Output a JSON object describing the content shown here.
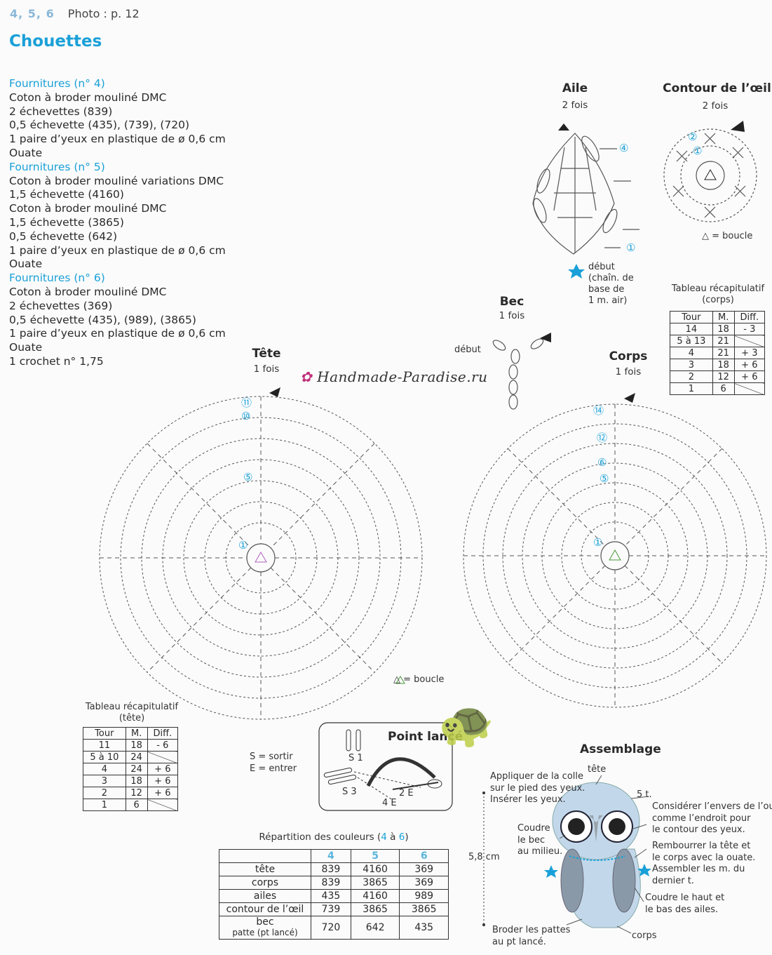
{
  "header": {
    "nums": "4, 5, 6",
    "photo": "Photo : p. 12"
  },
  "title": "Chouettes",
  "supplies": [
    {
      "title": "Fournitures (n° 4)",
      "lines": [
        "Coton à broder mouliné DMC",
        "2 échevettes (839)",
        "0,5 échevette (435), (739), (720)",
        "1 paire d’yeux en plastique de ø 0,6 cm",
        "Ouate"
      ]
    },
    {
      "title": "Fournitures (n° 5)",
      "lines": [
        "Coton à broder mouliné variations DMC",
        "1,5 échevette (4160)",
        "Coton à broder mouliné DMC",
        "1,5 échevette (3865)",
        "0,5 échevette (642)",
        "1 paire d’yeux en plastique de ø 0,6 cm",
        "Ouate"
      ]
    },
    {
      "title": "Fournitures (n° 6)",
      "lines": [
        "Coton à broder mouliné DMC",
        "2 échevettes (369)",
        "0,5 échevette (435), (989), (3865)",
        "1 paire d’yeux en plastique de ø 0,6 cm",
        "Ouate",
        "1 crochet n° 1,75"
      ]
    }
  ],
  "aile": {
    "title": "Aile",
    "sub": "2 fois",
    "start": [
      "début",
      "(chaîn. de",
      "base de",
      "1 m. air)"
    ],
    "r4": "④",
    "r1": "①"
  },
  "oeil": {
    "title": "Contour de l’œil",
    "sub": "2 fois",
    "legend": "△ = boucle",
    "r2": "②",
    "r1": "①"
  },
  "bec": {
    "title": "Bec",
    "sub": "1 fois",
    "start": "début"
  },
  "watermark": "Handmade-Paradise.ru",
  "tete": {
    "title": "Tête",
    "sub": "1 fois",
    "rounds": [
      "⑪",
      "⑩",
      "⑤",
      "①"
    ]
  },
  "corps": {
    "title": "Corps",
    "sub": "1 fois",
    "rounds": [
      "⑭",
      "⑫",
      "⑥",
      "⑤",
      "①"
    ]
  },
  "boucle_legend": "△ = boucle",
  "recap_corps": {
    "title": "Tableau récapitulatif",
    "sub": "(corps)",
    "headers": [
      "Tour",
      "M.",
      "Diff."
    ],
    "rows": [
      [
        "14",
        "18",
        "- 3"
      ],
      [
        "5 à 13",
        "21",
        ""
      ],
      [
        "4",
        "21",
        "+ 3"
      ],
      [
        "3",
        "18",
        "+ 6"
      ],
      [
        "2",
        "12",
        "+ 6"
      ],
      [
        "1",
        "6",
        ""
      ]
    ]
  },
  "recap_tete": {
    "title": "Tableau récapitulatif",
    "sub": "(tête)",
    "headers": [
      "Tour",
      "M.",
      "Diff."
    ],
    "rows": [
      [
        "11",
        "18",
        "- 6"
      ],
      [
        "5 à 10",
        "24",
        ""
      ],
      [
        "4",
        "24",
        "+ 6"
      ],
      [
        "3",
        "18",
        "+ 6"
      ],
      [
        "2",
        "12",
        "+ 6"
      ],
      [
        "1",
        "6",
        ""
      ]
    ]
  },
  "point_lance": {
    "title": "Point lancé",
    "s_legend": "S = sortir",
    "e_legend": "E = entrer",
    "s1": "S 1",
    "s3": "S 3",
    "e2": "2 E",
    "e4": "4 E"
  },
  "colors": {
    "title": "Répartition des couleurs (",
    "title_a": "4",
    "title_mid": " à ",
    "title_b": "6",
    "title_end": ")",
    "headers": [
      "",
      "4",
      "5",
      "6"
    ],
    "rows": [
      [
        "tête",
        "839",
        "4160",
        "369"
      ],
      [
        "corps",
        "839",
        "3865",
        "369"
      ],
      [
        "ailes",
        "435",
        "4160",
        "989"
      ],
      [
        "contour de l’œil",
        "739",
        "3865",
        "3865"
      ]
    ],
    "last_label1": "bec",
    "last_label2": "patte (pt lancé)",
    "last_values": [
      "720",
      "642",
      "435"
    ]
  },
  "assemblage": {
    "title": "Assemblage",
    "tete": "tête",
    "t5": "5 t.",
    "left1": [
      "Appliquer de la colle",
      "sur le pied des yeux.",
      "Insérer les yeux."
    ],
    "left2": [
      "Coudre",
      "le bec",
      "au milieu."
    ],
    "height": "5,8 cm",
    "left3": [
      "Broder les pattes",
      "au pt lancé."
    ],
    "right1": [
      "Considérer l’envers de l’ou",
      "comme l’endroit pour",
      "le contour des yeux."
    ],
    "right2": [
      "Rembourrer la tête et",
      "le corps avec la ouate.",
      "Assembler les m. du",
      "dernier t."
    ],
    "right3": [
      "Coudre le haut et",
      "le bas des ailes."
    ],
    "corps": "corps"
  }
}
